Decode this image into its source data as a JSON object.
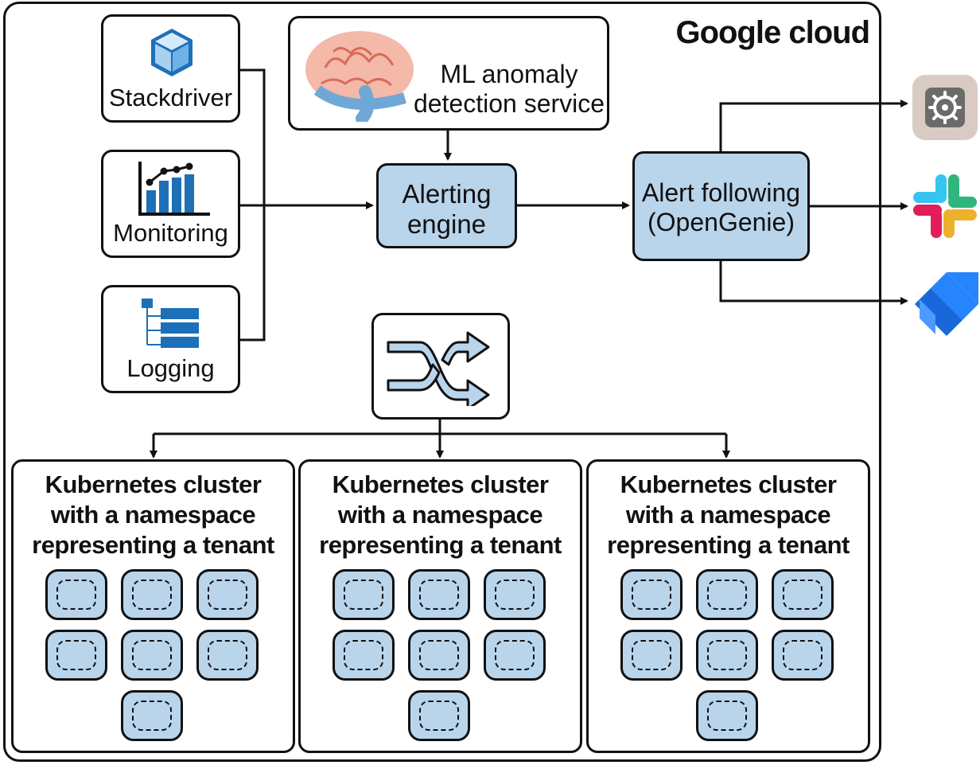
{
  "cloud": {
    "title": "Google cloud"
  },
  "sources": [
    {
      "label": "Stackdriver",
      "icon": "stackdriver-cube-icon"
    },
    {
      "label": "Monitoring",
      "icon": "monitoring-chart-icon"
    },
    {
      "label": "Logging",
      "icon": "logging-tree-icon"
    }
  ],
  "ml": {
    "line1": "ML anomaly",
    "line2": "detection service",
    "icon": "brain-icon"
  },
  "alerting": {
    "line1": "Alerting",
    "line2": "engine"
  },
  "following": {
    "line1": "Alert following",
    "line2": "(OpenGenie)"
  },
  "router": {
    "icon": "shuffle-arrows-icon"
  },
  "destinations": [
    {
      "icon": "opsgenie-gear-icon"
    },
    {
      "icon": "slack-logo-icon"
    },
    {
      "icon": "jira-logo-icon"
    }
  ],
  "clusters": [
    {
      "line1": "Kubernetes cluster",
      "line2": "with a namespace",
      "line3": "representing a tenant",
      "pods": 7
    },
    {
      "line1": "Kubernetes cluster",
      "line2": "with a namespace",
      "line3": "representing a tenant",
      "pods": 7
    },
    {
      "line1": "Kubernetes cluster",
      "line2": "with a namespace",
      "line3": "representing a tenant",
      "pods": 7
    }
  ],
  "colors": {
    "box_fill": "#b9d5ec",
    "stroke": "#111111",
    "slack_blue": "#36c5f0",
    "slack_green": "#2eb67d",
    "slack_red": "#e01e5a",
    "slack_yellow": "#ecb22e",
    "jira_blue": "#2684ff",
    "opsgenie_bg": "#d9cbc3"
  }
}
